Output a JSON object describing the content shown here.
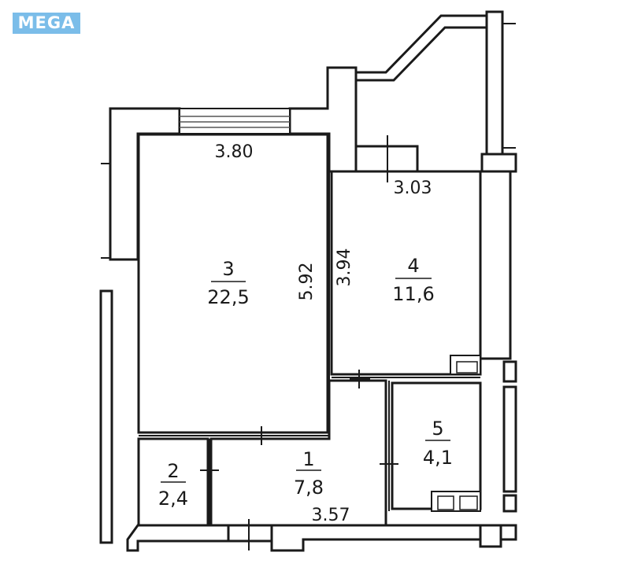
{
  "logo": {
    "text": "MEGA",
    "color": "#7bbde9"
  },
  "rooms": [
    {
      "id": "3",
      "number": "3",
      "area": "22,5"
    },
    {
      "id": "4",
      "number": "4",
      "area": "11,6"
    },
    {
      "id": "1",
      "number": "1",
      "area": "7,8"
    },
    {
      "id": "2",
      "number": "2",
      "area": "2,4"
    },
    {
      "id": "5",
      "number": "5",
      "area": "4,1"
    }
  ],
  "dimensions": {
    "room3_width": "3.80",
    "room3_depth": "5.92",
    "room4_width": "3.03",
    "room4_depth": "3.94",
    "room1_width": "3.57"
  }
}
